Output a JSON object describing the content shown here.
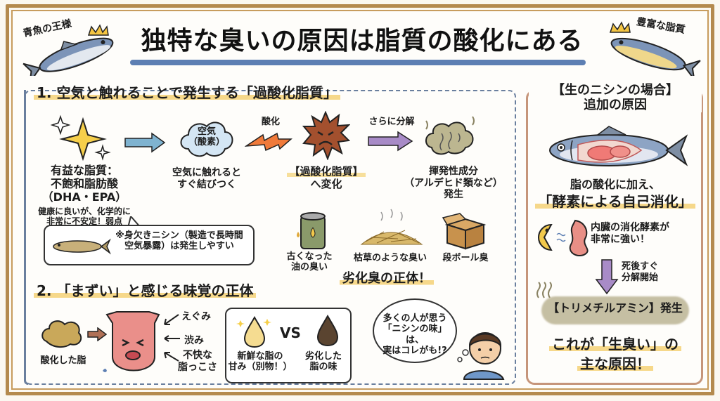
{
  "title": "独特な臭いの原因は脂質の酸化にある",
  "fish_labels": {
    "left": "青魚の王様",
    "right": "豊富な脂質"
  },
  "section1": {
    "heading": "1. 空気と触れることで発生する「過酸化脂質」",
    "steps": [
      {
        "icon": "sparkle-icon",
        "lines": [
          "有益な脂質：",
          "不飽和脂肪酸",
          "（DHA・EPA）"
        ],
        "note": [
          "健康に良いが、化学的に",
          "非常に不安定！弱点"
        ]
      },
      {
        "icon": "cloud-icon",
        "bubble": [
          "空気",
          "（酸素）"
        ],
        "lines": [
          "空気に触れると",
          "すぐ結びつく"
        ]
      },
      {
        "arrow_label": "酸化",
        "icon": "angry-virus-icon",
        "lines": [
          "【過酸化脂質】",
          "へ変化"
        ]
      },
      {
        "arrow_label": "さらに分解",
        "icon": "smell-cloud-icon",
        "lines": [
          "揮発性成分",
          "（アルデヒド類など）",
          "発生"
        ]
      }
    ],
    "callout": [
      "※身欠きニシン（製造で長時間",
      "空気暴露）は発生しやすい"
    ],
    "odors": [
      {
        "icon": "oil-can-icon",
        "label": [
          "古くなった",
          "油の臭い"
        ]
      },
      {
        "icon": "hay-icon",
        "label": [
          "枯草のような臭い"
        ]
      },
      {
        "icon": "cardboard-box-icon",
        "label": [
          "段ボール臭"
        ]
      }
    ],
    "odor_summary": "劣化臭の正体！"
  },
  "section2": {
    "heading": "2. 「まずい」と感じる味覚の正体",
    "source_label": "酸化した脂",
    "tastes": [
      "えぐみ",
      "渋み",
      "不快な",
      "脂っこさ"
    ],
    "vs": {
      "fresh": [
        "新鮮な脂の",
        "甘み（別物！）"
      ],
      "vs_label": "VS",
      "degraded": [
        "劣化した",
        "脂の味"
      ]
    },
    "thought": [
      "多くの人が思う",
      "「ニシンの味」は、",
      "実はコレがも!?"
    ]
  },
  "right_panel": {
    "heading": [
      "【生のニシンの場合】",
      "追加の原因"
    ],
    "desc": "脂の酸化に加え、",
    "highlight": "「酵素による自己消化」",
    "enzyme": [
      "内臓の消化酵素が",
      "非常に強い！"
    ],
    "arrow_label": [
      "死後すぐ",
      "分解開始"
    ],
    "result": "【トリメチルアミン】発生",
    "conclusion": [
      "これが「生臭い」の",
      "主な原因！"
    ]
  },
  "colors": {
    "frame": "#b48a4e",
    "title_bar": "#5d7fb3",
    "left_dash": "#6a7f9e",
    "right_border": "#c6957a",
    "highlight": "#f6d88a"
  }
}
